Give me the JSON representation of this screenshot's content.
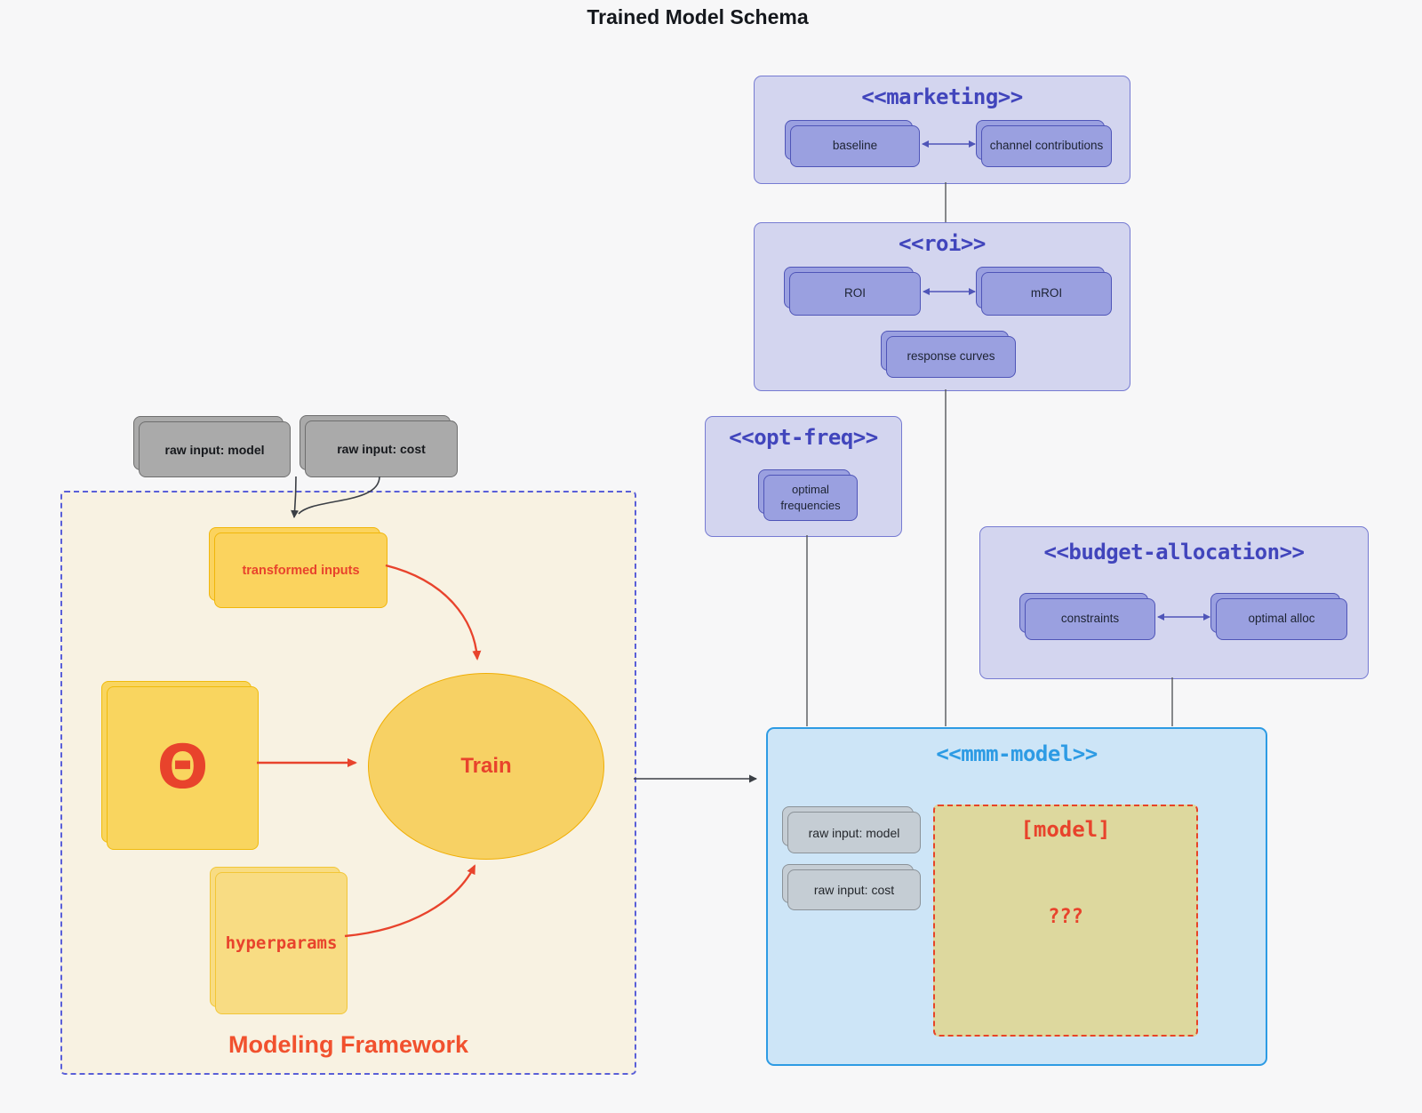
{
  "title": "Trained Model Schema",
  "inputs": {
    "model": "raw input: model",
    "cost": "raw input: cost"
  },
  "framework": {
    "label": "Modeling Framework",
    "transformed": "transformed inputs",
    "theta": "Θ",
    "train": "Train",
    "hyperparams": "hyperparams"
  },
  "marketing": {
    "title": "<<marketing>>",
    "baseline": "baseline",
    "channel": "channel contributions"
  },
  "roi": {
    "title": "<<roi>>",
    "roi": "ROI",
    "mroi": "mROI",
    "response": "response curves"
  },
  "optfreq": {
    "title": "<<opt-freq>>",
    "optimal": "optimal frequencies"
  },
  "budget": {
    "title": "<<budget-allocation>>",
    "constraints": "constraints",
    "alloc": "optimal alloc"
  },
  "mmm": {
    "title": "<<mmm-model>>",
    "raw_model": "raw input: model",
    "raw_cost": "raw input: cost",
    "model_label": "[model]",
    "unknown": "???"
  },
  "colors": {
    "background": "#f7f7f8",
    "purple_panel_fill": "#d3d5ef",
    "purple_panel_border": "#767bd2",
    "purple_node_fill": "#9aa0e0",
    "purple_node_border": "#4f55b8",
    "purple_title_text": "#4145bc",
    "mmm_panel_fill": "#cde5f7",
    "mmm_panel_border": "#2d9be4",
    "mmm_title_text": "#2d9be4",
    "gray_node_fill": "#aaaaaa",
    "mmm_gray_node_fill": "#c5cdd4",
    "yellow_node_fill": "#fbd35e",
    "yellow_node_border": "#f1b60b",
    "hyperparams_fill": "#f8dc83",
    "framework_fill": "#f8f2e2",
    "framework_border": "#5a5fd8",
    "model_box_fill": "#ddd89e",
    "red_accent": "#e8432c",
    "connector_dark": "#3b3f45"
  }
}
